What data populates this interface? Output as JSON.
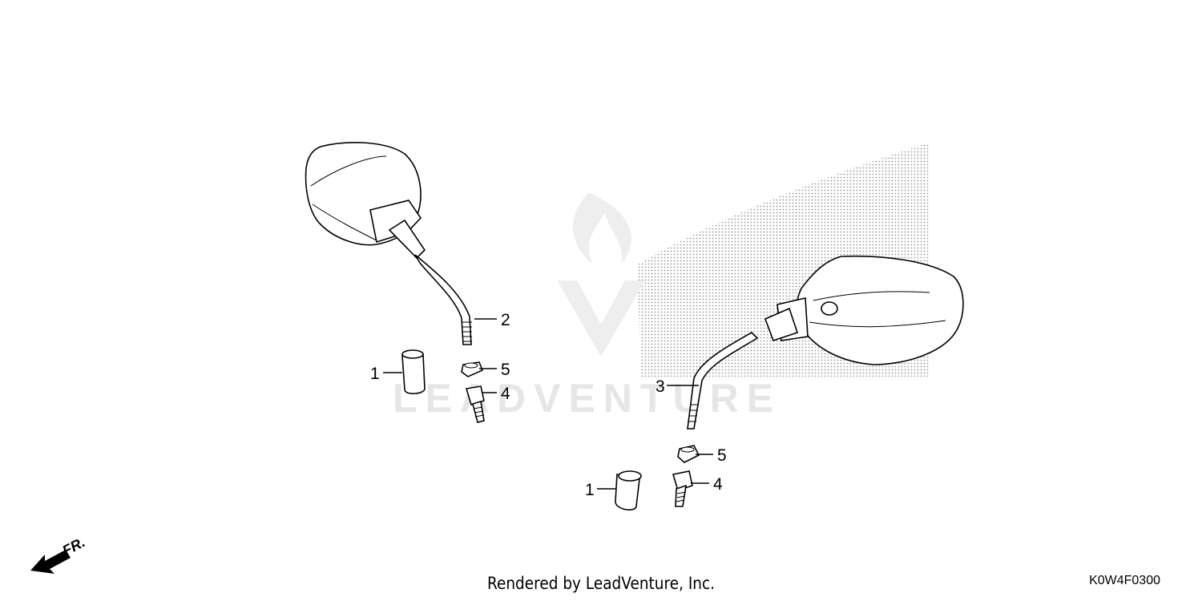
{
  "callouts": {
    "left_cap": "1",
    "left_mirror": "2",
    "left_nut": "5",
    "left_bolt": "4",
    "right_mirror": "3",
    "right_nut": "5",
    "right_bolt": "4",
    "right_cap": "1"
  },
  "direction_label": "FR.",
  "watermark": "LEADVENTURE",
  "footer_text": "Rendered by LeadVenture, Inc.",
  "diagram_code": "K0W4F0300",
  "colors": {
    "line": "#000000",
    "watermark": "#e6e6e6",
    "background": "#ffffff"
  }
}
